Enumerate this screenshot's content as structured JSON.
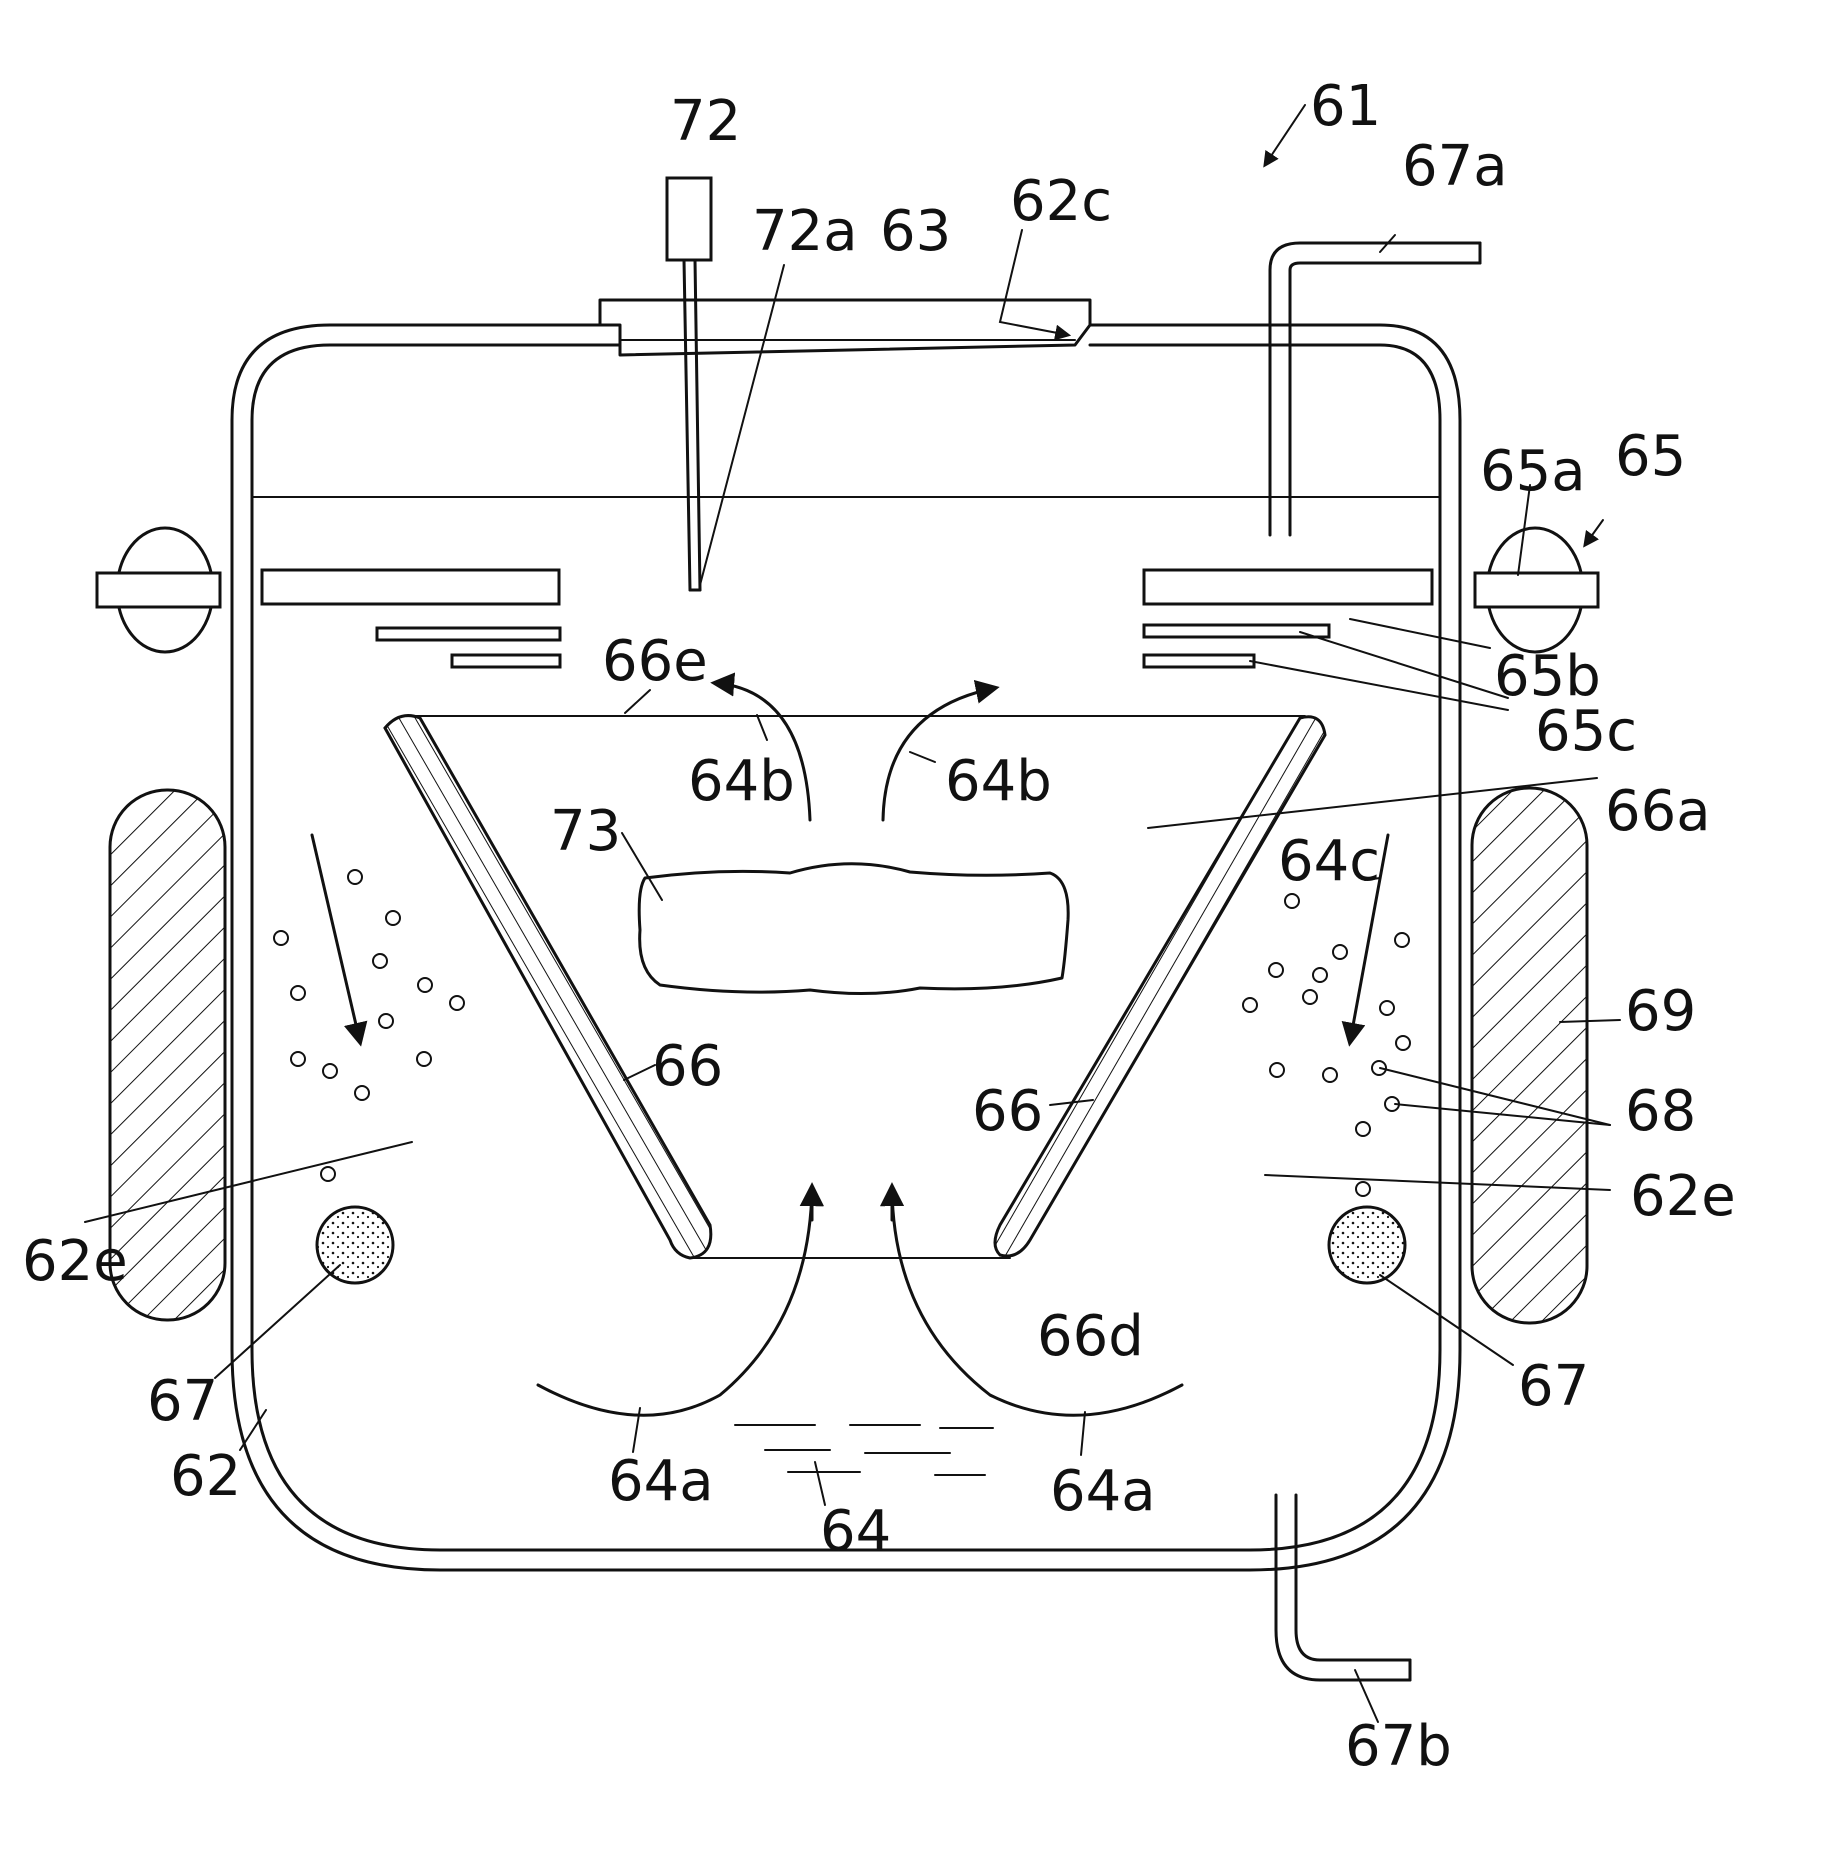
{
  "labels": {
    "l61": "61",
    "l72": "72",
    "l72a": "72a",
    "l63": "63",
    "l62c": "62c",
    "l67a": "67a",
    "l65a": "65a",
    "l65": "65",
    "l65b": "65b",
    "l65c": "65c",
    "l66e": "66e",
    "l64b_left": "64b",
    "l64b_right": "64b",
    "l66a": "66a",
    "l73": "73",
    "l64c": "64c",
    "l69": "69",
    "l66_left": "66",
    "l66_right": "66",
    "l68": "68",
    "l62e_left": "62e",
    "l62e_right": "62e",
    "l66d": "66d",
    "l67_left": "67",
    "l67_right": "67",
    "l62": "62",
    "l64a_left": "64a",
    "l64a_right": "64a",
    "l64": "64",
    "l67b": "67b"
  }
}
